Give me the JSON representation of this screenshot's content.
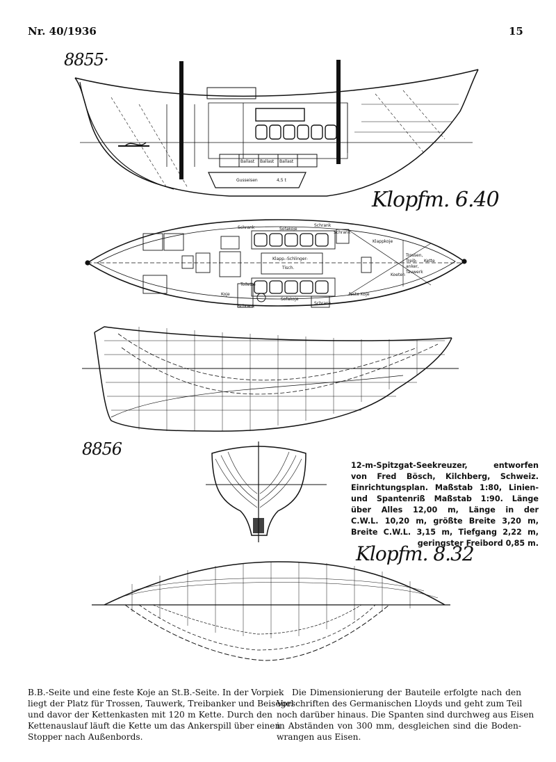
{
  "header": {
    "issue": "Nr. 40/1936",
    "page_number": "15"
  },
  "drawing_marks": {
    "mark_top": "8855·",
    "mark_middle": "8856",
    "scribble_1": "Klopfm. 6.40",
    "scribble_2": "Klopfm. 8.32"
  },
  "profile_labels": {
    "ballast_1": "Ballast",
    "ballast_2": "Ballast",
    "ballast_3": "Ballast",
    "keel": "Gusseisen",
    "keel_weight": "4,5 t"
  },
  "plan_labels": {
    "schrank_1": "Schrank",
    "schrank_2": "Schrank",
    "schrank_3": "Schrank",
    "schrank_4": "Schrank",
    "schrank_5": "Schrank",
    "sofakoje_1": "Sofakoje",
    "sofakoje_2": "Sofakoje",
    "table": "Klapp.-Schlinger-",
    "table_2": "Tisch.",
    "toilette": "Toilette",
    "koje": "Koje",
    "feste_koje": "feste Koje",
    "klappkoje": "Klappkoje",
    "tauwerk": "Trossen, Treib-anker, Tauwerk",
    "kette": "Kette",
    "koeten": "Koeten"
  },
  "caption": [
    "12-m-Spitzgat-Seekreuzer, entworfen",
    "von Fred Bösch, Kilchberg, Schweiz.",
    "Einrichtungsplan. Maßstab 1:80, Linien-",
    "und Spantenriß Maßstab 1:90. Länge",
    "über Alles 12,00 m, Länge in der",
    "C.W.L. 10,20 m, größte Breite 3,20 m,",
    "Breite C.W.L. 3,15 m, Tiefgang 2,22 m,",
    "geringster Freibord 0,85 m."
  ],
  "body_left": [
    "B.B.-Seite und eine feste Koje an St.B.-Seite. In der Vorpiek",
    "liegt der Platz für Trossen, Tauwerk, Treibanker und Beisegel",
    "und davor der Kettenkasten mit 120 m Kette. Durch den",
    "Kettenauslauf läuft die Kette um das Ankerspill über einen",
    "Stopper nach Außenbords."
  ],
  "body_right": [
    "Die Dimensionierung der Bauteile erfolgte nach den",
    "Vorschriften des Germanischen Lloyds und geht zum Teil",
    "noch darüber hinaus. Die Spanten sind durchweg aus Eisen",
    "in Abständen von 300 mm, desgleichen sind die Boden-",
    "wrangen aus Eisen."
  ],
  "colors": {
    "ink": "#111111",
    "paper": "#ffffff"
  }
}
